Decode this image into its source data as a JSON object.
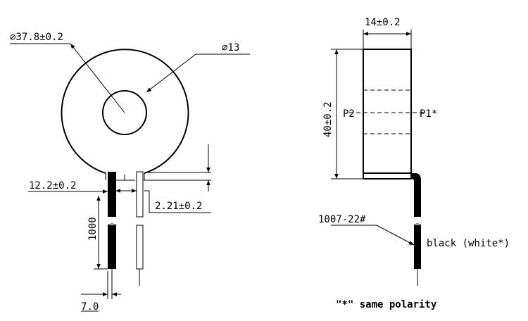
{
  "front_view": {
    "outer_diameter": "⌀37.8±0.2",
    "inner_diameter": "⌀13",
    "pin_length": "12.2±0.2",
    "lead_length": "1000",
    "lead_offset": "7.0",
    "pin_spacing": "2.21±0.2"
  },
  "side_view": {
    "width": "14±0.2",
    "height": "40±0.2",
    "primary_left": "P2",
    "primary_right": "P1*",
    "wire_type": "1007-22#",
    "wire_color": "black (white*)"
  },
  "note": "\"*\" same polarity",
  "colors": {
    "line": "#000000",
    "background": "#ffffff"
  }
}
